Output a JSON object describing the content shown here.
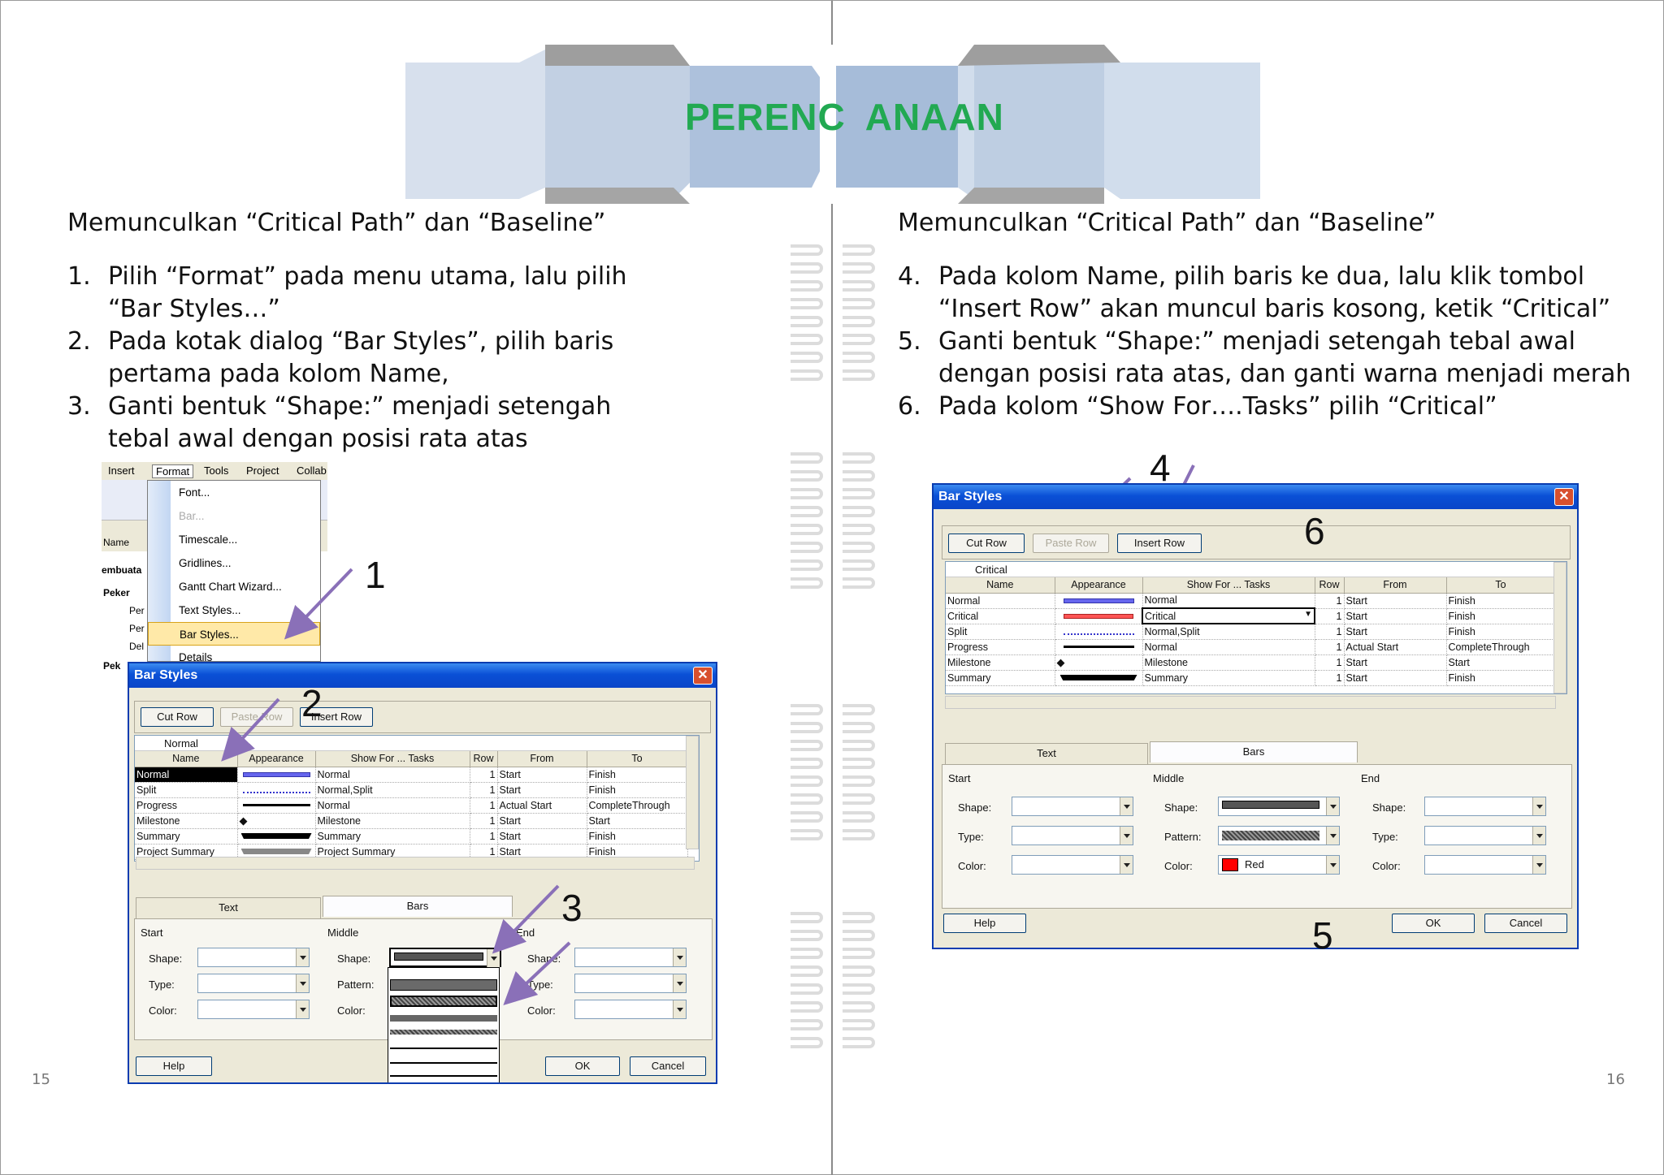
{
  "title": "PERENC ANAAN",
  "title_parts": [
    "PERENC",
    "ANAAN"
  ],
  "left": {
    "heading": "Memunculkan “Critical Path” dan “Baseline”",
    "steps": [
      {
        "num": "1.",
        "lines": [
          "Pilih “Format” pada menu utama, lalu pilih",
          "“Bar Styles…”"
        ]
      },
      {
        "num": "2.",
        "lines": [
          "Pada kotak dialog “Bar Styles”, pilih baris",
          "pertama pada kolom Name,"
        ]
      },
      {
        "num": "3.",
        "lines": [
          "Ganti bentuk “Shape:” menjadi setengah",
          "tebal awal dengan posisi rata atas"
        ]
      }
    ],
    "page_number": "15",
    "markers": [
      "1",
      "2",
      "3"
    ],
    "menubar": [
      "Insert",
      "Format",
      "Tools",
      "Project",
      "Collab"
    ],
    "format_menu": [
      "Font...",
      "Bar...",
      "Timescale...",
      "Gridlines...",
      "Gantt Chart Wizard...",
      "Text Styles...",
      "Bar Styles...",
      "Details"
    ],
    "background_task_labels": [
      "Name",
      "embuata",
      "Peker",
      "Per",
      "Per",
      "Del",
      "Pek"
    ],
    "dialog": {
      "title": "Bar Styles",
      "buttons": [
        "Cut Row",
        "Paste Row",
        "Insert Row"
      ],
      "entry": "Normal",
      "columns": [
        "Name",
        "Appearance",
        "Show For ... Tasks",
        "Row",
        "From",
        "To"
      ],
      "rows": [
        [
          "Normal",
          "",
          "Normal",
          "1",
          "Start",
          "Finish"
        ],
        [
          "Split",
          "",
          "Normal,Split",
          "1",
          "Start",
          "Finish"
        ],
        [
          "Progress",
          "",
          "Normal",
          "1",
          "Actual Start",
          "CompleteThrough"
        ],
        [
          "Milestone",
          "",
          "Milestone",
          "1",
          "Start",
          "Start"
        ],
        [
          "Summary",
          "",
          "Summary",
          "1",
          "Start",
          "Finish"
        ],
        [
          "Project Summary",
          "",
          "Project Summary",
          "1",
          "Start",
          "Finish"
        ]
      ],
      "tabs": [
        "Text",
        "Bars"
      ],
      "groups": [
        "Start",
        "Middle",
        "End"
      ],
      "field_labels": [
        "Shape:",
        "Type:",
        "Color:"
      ],
      "middle_labels": [
        "Shape:",
        "Pattern:",
        "Color:"
      ],
      "footer": [
        "Help",
        "OK",
        "Cancel"
      ]
    }
  },
  "right": {
    "heading": "Memunculkan “Critical Path” dan “Baseline”",
    "steps": [
      {
        "num": "4.",
        "lines": [
          "Pada kolom Name, pilih baris ke dua, lalu klik tombol",
          "“Insert Row” akan muncul baris kosong, ketik “Critical”"
        ]
      },
      {
        "num": "5.",
        "lines": [
          "Ganti bentuk “Shape:” menjadi setengah tebal awal",
          "dengan posisi rata atas, dan ganti warna menjadi merah"
        ]
      },
      {
        "num": "6.",
        "lines": [
          "Pada kolom “Show For….Tasks” pilih “Critical”"
        ]
      }
    ],
    "page_number": "16",
    "markers": [
      "4",
      "6",
      "5"
    ],
    "dialog": {
      "title": "Bar Styles",
      "buttons": [
        "Cut Row",
        "Paste Row",
        "Insert Row"
      ],
      "entry": "Critical",
      "columns": [
        "Name",
        "Appearance",
        "Show For ... Tasks",
        "Row",
        "From",
        "To"
      ],
      "rows": [
        [
          "Normal",
          "",
          "Normal",
          "1",
          "Start",
          "Finish"
        ],
        [
          "Critical",
          "",
          "Critical",
          "1",
          "Start",
          "Finish"
        ],
        [
          "Split",
          "",
          "Normal,Split",
          "1",
          "Start",
          "Finish"
        ],
        [
          "Progress",
          "",
          "Normal",
          "1",
          "Actual Start",
          "CompleteThrough"
        ],
        [
          "Milestone",
          "",
          "Milestone",
          "1",
          "Start",
          "Start"
        ],
        [
          "Summary",
          "",
          "Summary",
          "1",
          "Start",
          "Finish"
        ]
      ],
      "tabs": [
        "Text",
        "Bars"
      ],
      "groups": [
        "Start",
        "Middle",
        "End"
      ],
      "field_labels": [
        "Shape:",
        "Type:",
        "Color:"
      ],
      "middle_labels": [
        "Shape:",
        "Pattern:",
        "Color:"
      ],
      "color_value": "Red",
      "footer": [
        "Help",
        "OK",
        "Cancel"
      ]
    }
  },
  "colors": {
    "title": "#22a952",
    "arrow": "#8a70b8",
    "xp_title": "#0a50d6",
    "critical_red": "#ff0000"
  }
}
